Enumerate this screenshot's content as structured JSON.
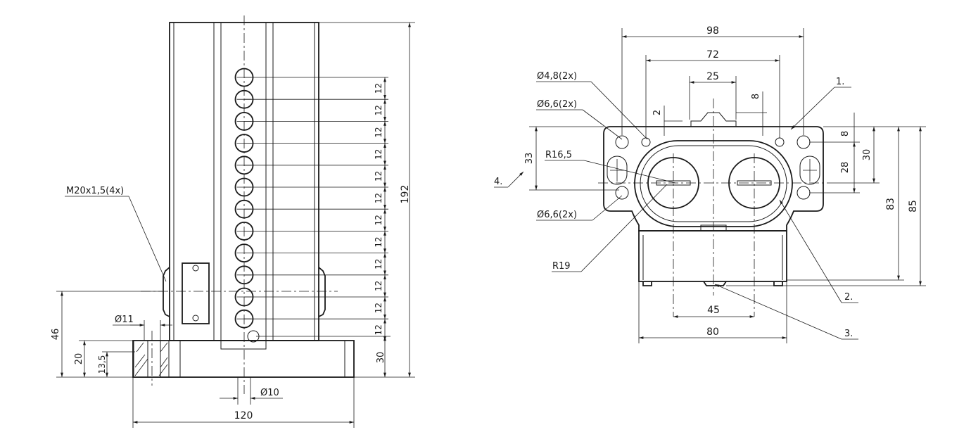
{
  "front_view": {
    "dim_total_height": "192",
    "dim_pitch": "12",
    "pitch_count": 12,
    "dim_bottom": "30",
    "dim_width": "120",
    "dim_hole_small": "Ø10",
    "dim_bore": "Ø11",
    "dim_46": "46",
    "dim_20": "20",
    "dim_13_5": "13,5",
    "thread_label": "M20x1,5(4x)"
  },
  "top_view": {
    "dim_98": "98",
    "dim_72": "72",
    "dim_25": "25",
    "dim_2": "2",
    "dim_8_top": "8",
    "dim_8_right": "8",
    "dim_30": "30",
    "dim_28": "28",
    "dim_33": "33",
    "dim_83": "83",
    "dim_85": "85",
    "dim_45": "45",
    "dim_80": "80",
    "label_hole_48": "Ø4,8(2x)",
    "label_hole_66_top": "Ø6,6(2x)",
    "label_hole_66_bottom": "Ø6,6(2x)",
    "label_r165": "R16,5",
    "label_r19": "R19",
    "callout_1": "1.",
    "callout_2": "2.",
    "callout_3": "3.",
    "callout_4": "4."
  }
}
